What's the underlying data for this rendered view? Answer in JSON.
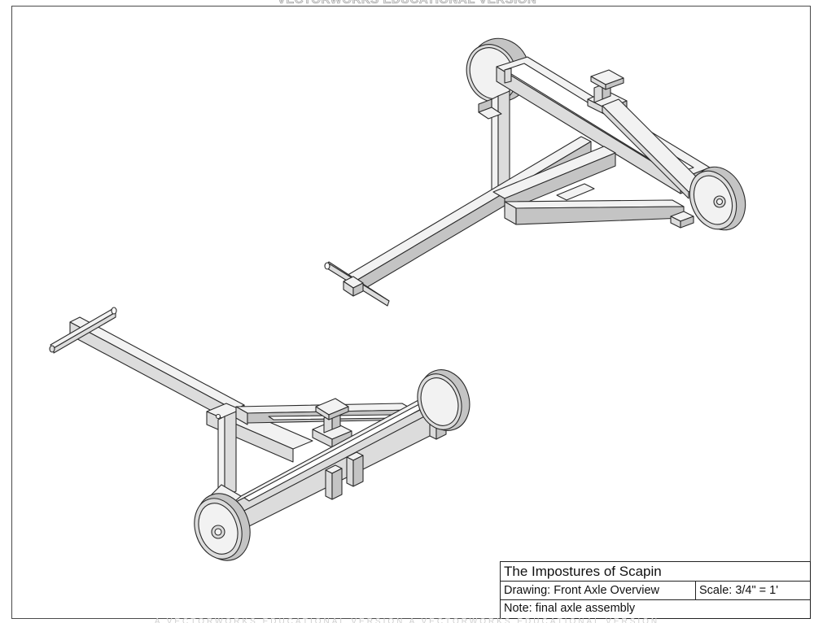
{
  "watermark": {
    "top_text": "VECTORWORKS EDUCATIONAL VERSION",
    "bottom_text": "A VECTORWORKS EDUCATIONAL VERSION A VECTORWORKS EDUCATIONAL VERSION"
  },
  "title_block": {
    "title": "The Impostures of Scapin",
    "drawing": "Drawing: Front Axle Overview",
    "scale": "Scale: 3/4\" = 1'",
    "note": "Note: final axle assembly"
  },
  "colors": {
    "line": "#2a2a2a",
    "face_light": "#f2f2f2",
    "face_mid": "#dcdcdc",
    "face_dark": "#c4c4c4",
    "face_darker": "#a9a9a9"
  }
}
